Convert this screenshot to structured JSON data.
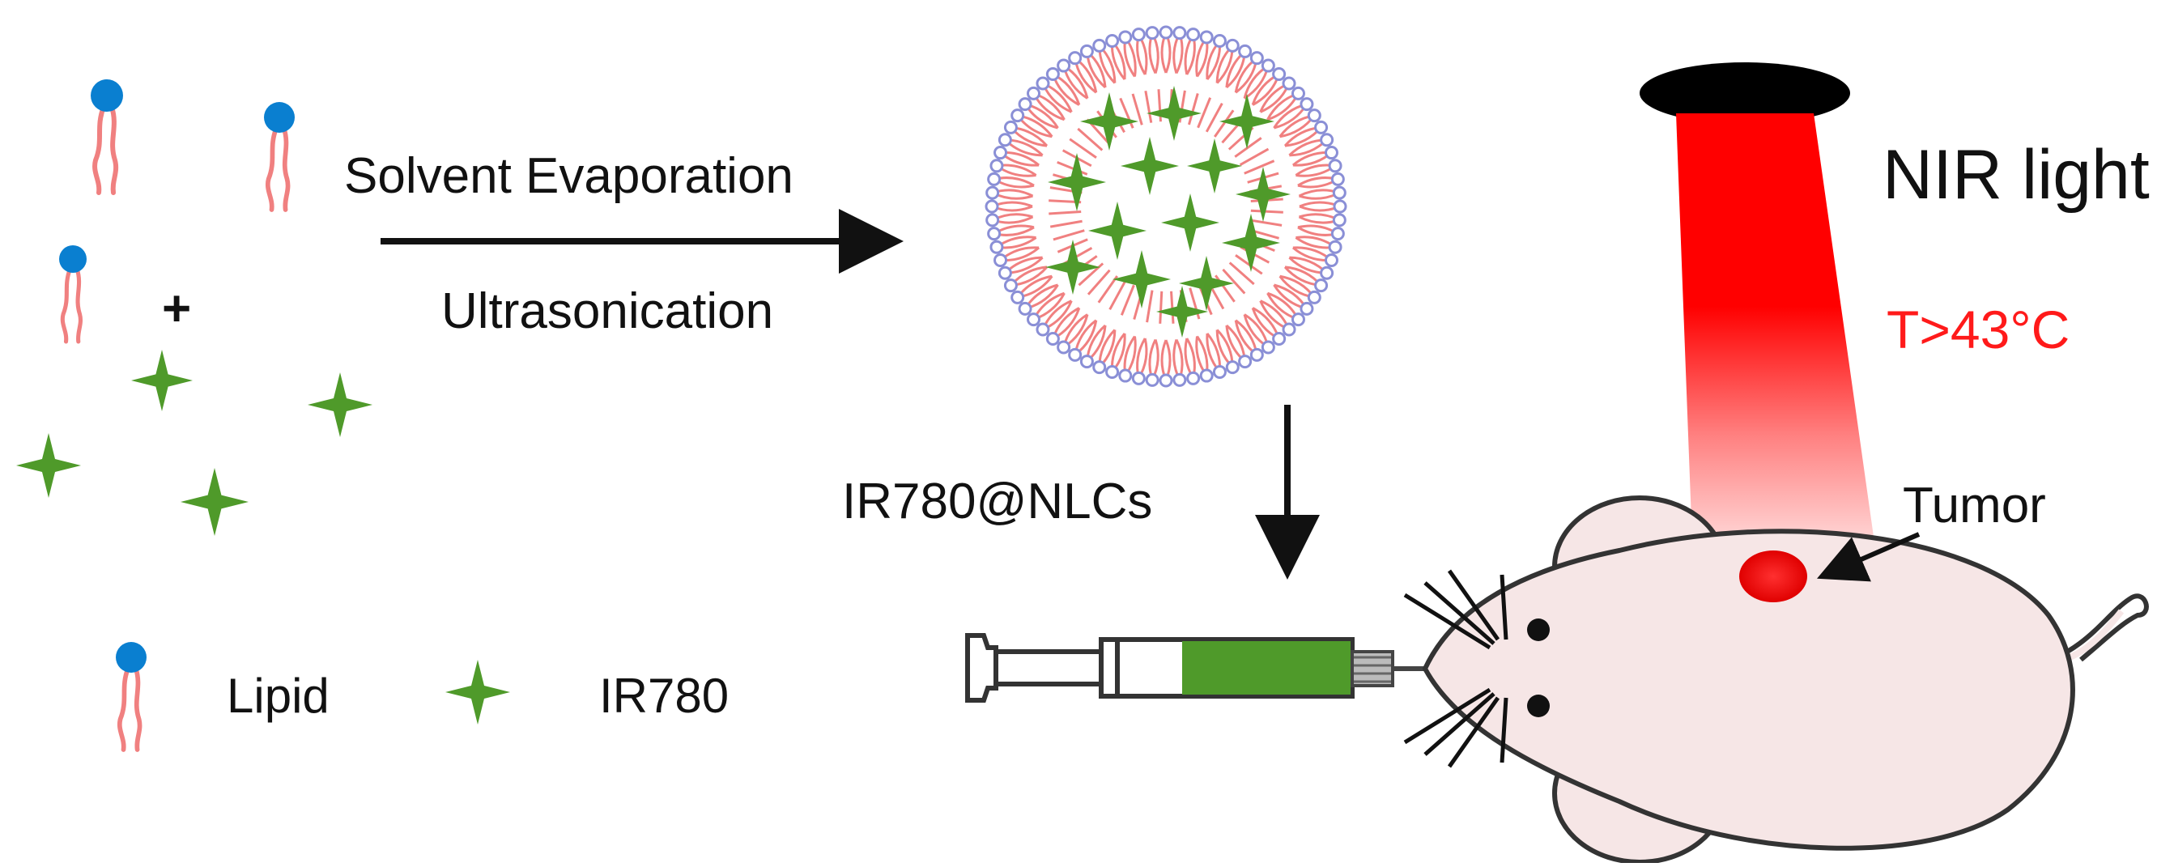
{
  "labels": {
    "step1_top": "Solvent Evaporation",
    "step1_bottom": "Ultrasonication",
    "plus": "+",
    "product": "IR780@NLCs",
    "legend_lipid": "Lipid",
    "legend_ir780": "IR780",
    "nir": "NIR light",
    "temperature": "T>43°C",
    "tumor": "Tumor"
  },
  "colors": {
    "lipid_head": "#0a7fd0",
    "lipid_tail": "#f08080",
    "ir780": "#4f9a2a",
    "shell_head": "#8a8fd6",
    "laser": "#ff0000",
    "lamp": "#000000",
    "mouse_body": "#f6e6e6",
    "tumor": "#f01010",
    "syringe_fill": "#4f9a2a",
    "temp_text": "#ff1a1a"
  },
  "icons": [
    "lipid-icon",
    "ir780-star-icon",
    "nanoparticle-icon",
    "syringe-icon",
    "mouse-icon",
    "lamp-icon",
    "tumor-icon"
  ]
}
